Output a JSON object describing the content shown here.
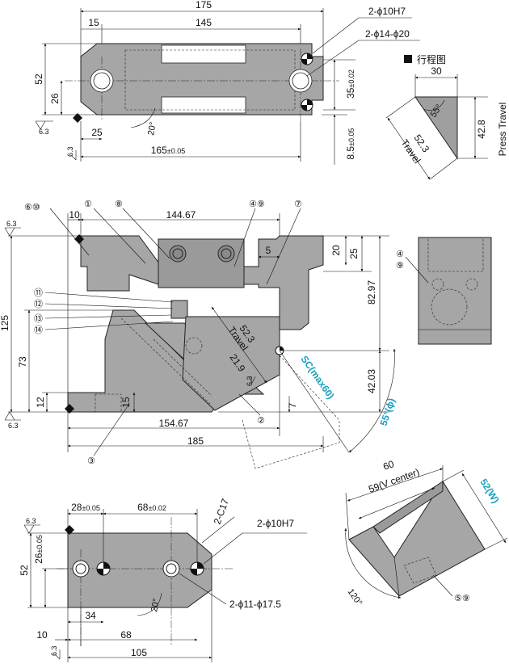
{
  "top_view": {
    "dims": {
      "overall": "175",
      "left_off": "15",
      "mid": "145",
      "height": "52",
      "half": "26",
      "hole_x": "25",
      "pitch": "165",
      "pitch_tol": "±0.05",
      "v35": "35",
      "v35_tol": "±0.02",
      "v85": "8.5",
      "v85_tol": "±0.05",
      "angle": "20°",
      "rough": "6.3"
    },
    "callouts": {
      "holes_a": "2-ϕ10H7",
      "holes_b": "2-ϕ14-ϕ20"
    }
  },
  "travel_diagram": {
    "legend_label": "行程图",
    "width": "30",
    "height": "42.8",
    "press_travel": "Press Travel",
    "travel_value": "52.3",
    "travel_label": "Travel",
    "angle": "55°"
  },
  "side_view": {
    "dims": {
      "d10": "10",
      "d14467": "144.67",
      "d5": "5",
      "d20": "20",
      "d25": "25",
      "d8297": "82.97",
      "d125": "125",
      "d73": "73",
      "d12": "12",
      "d15": "15",
      "d4203": "42.03",
      "d7": "7",
      "d15467": "154.67",
      "d185": "185",
      "travel_value": "52.3",
      "travel_label": "Travel",
      "d219": "21.9",
      "rough": "6.3"
    },
    "sc_label": "SC(max60)",
    "angle_label": "55°(ϕ)",
    "balloons": [
      "⑥⑩",
      "①",
      "⑧",
      "④⑨",
      "⑦",
      "⑪",
      "⑫",
      "⑬",
      "⑭",
      "②",
      "③"
    ]
  },
  "end_view": {
    "balloon_a": "④",
    "balloon_b": "⑨"
  },
  "bottom_view": {
    "dims": {
      "d28": "28",
      "d28_tol": "±0.05",
      "d68a": "68",
      "d68a_tol": "±0.02",
      "d52": "52",
      "d26": "26",
      "d26_tol": "±0.05",
      "d34": "34",
      "d10": "10",
      "d68b": "68",
      "d105": "105",
      "angle": "20°",
      "rough": "6.3"
    },
    "callouts": {
      "chamfer": "2-C17",
      "holes_a": "2-ϕ10H7",
      "holes_b": "2-ϕ11-ϕ17.5"
    }
  },
  "iso_view": {
    "d60": "60",
    "d59": "59(V center)",
    "d52w": "52(W)",
    "angle": "120°",
    "balloons": "⑤⑨"
  }
}
